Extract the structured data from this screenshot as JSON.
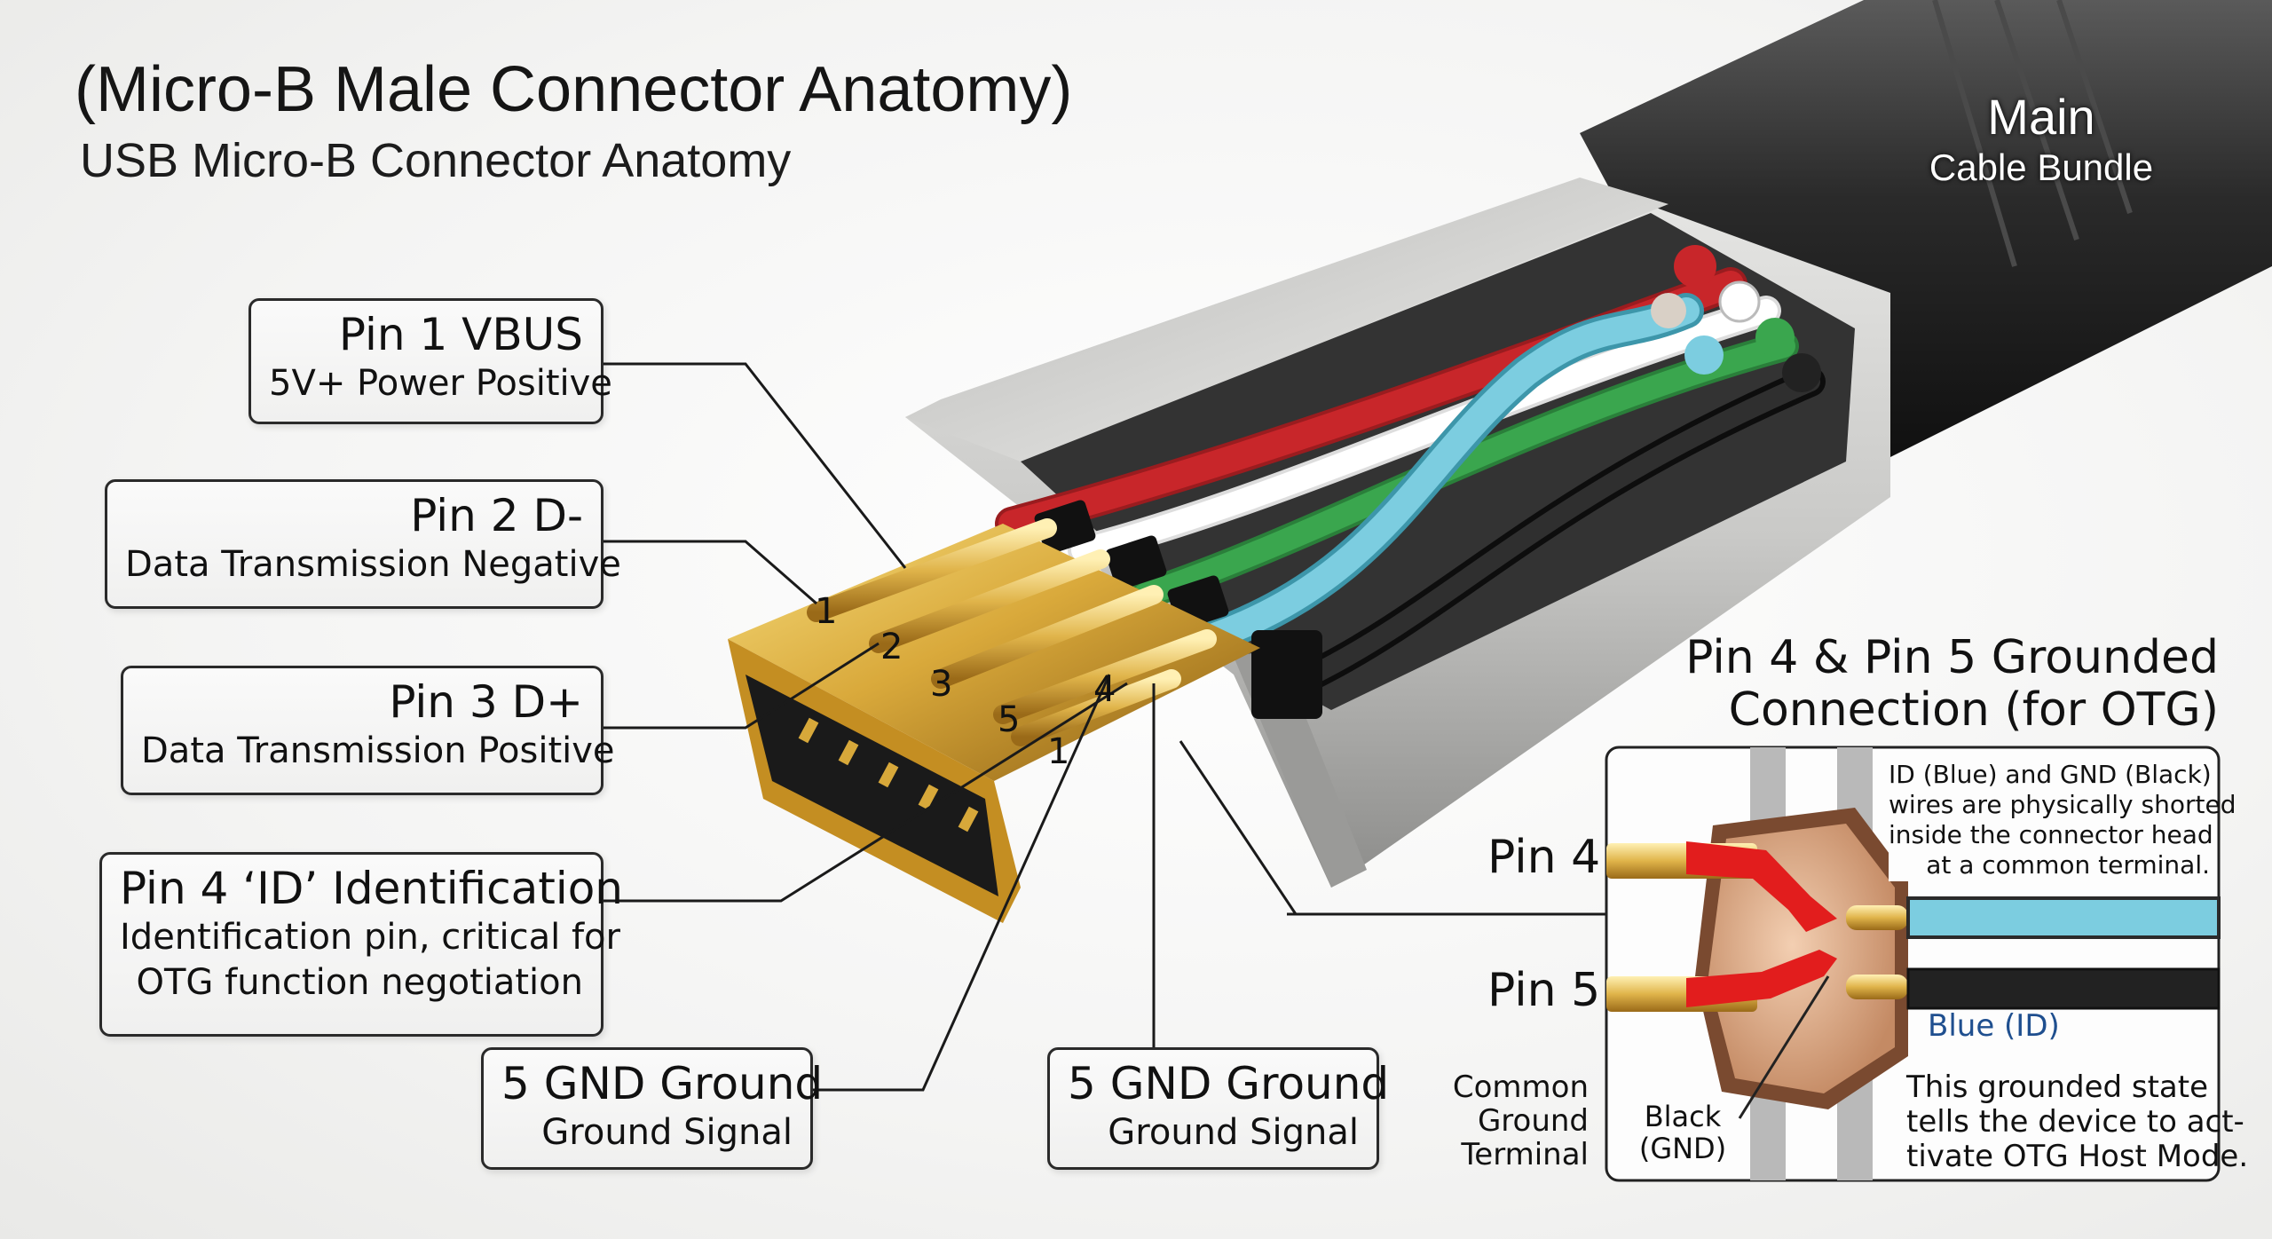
{
  "title": "(Micro-B Male Connector Anatomy)",
  "subtitle": "USB Micro-B Connector Anatomy",
  "cable_label": {
    "line1": "Main",
    "line2": "Cable Bundle"
  },
  "callouts": [
    {
      "heading": "Pin 1 VBUS",
      "sub": "5V+ Power Positive"
    },
    {
      "heading": "Pin 2 D-",
      "sub": "Data Transmission Negative"
    },
    {
      "heading": "Pin 3 D+",
      "sub": "Data Transmission Positive"
    },
    {
      "heading": "Pin 4 ‘ID’ Identification",
      "sub": "Identification pin, critical for",
      "sub2": "OTG function negotiation"
    },
    {
      "heading": "5 GND Ground",
      "sub": "Ground Signal"
    },
    {
      "heading": "5 GND Ground",
      "sub": "Ground Signal"
    }
  ],
  "pin_numbers": [
    "1",
    "2",
    "3",
    "4",
    "5",
    "1"
  ],
  "otg": {
    "title_line1": "Pin 4 & Pin 5 Grounded",
    "title_line2": "Connection (for OTG)",
    "pin4": "Pin 4",
    "pin5": "Pin 5",
    "common1": "Common",
    "common2": "Ground",
    "common3": "Terminal",
    "black1": "Black",
    "black2": "(GND)",
    "blue_id": "Blue (ID)",
    "note": [
      "ID (Blue) and GND (Black)",
      "wires are physically shorted",
      "inside the connector head",
      "at a common terminal."
    ],
    "state": [
      "This grounded state",
      "tells the device to act-",
      "tivate OTG Host Mode."
    ]
  },
  "colors": {
    "gold": "#d8a93a",
    "red_wire": "#c8262a",
    "green_wire": "#3aa64e",
    "blue_wire": "#7ccde0",
    "arrow": "#e21d1d"
  }
}
